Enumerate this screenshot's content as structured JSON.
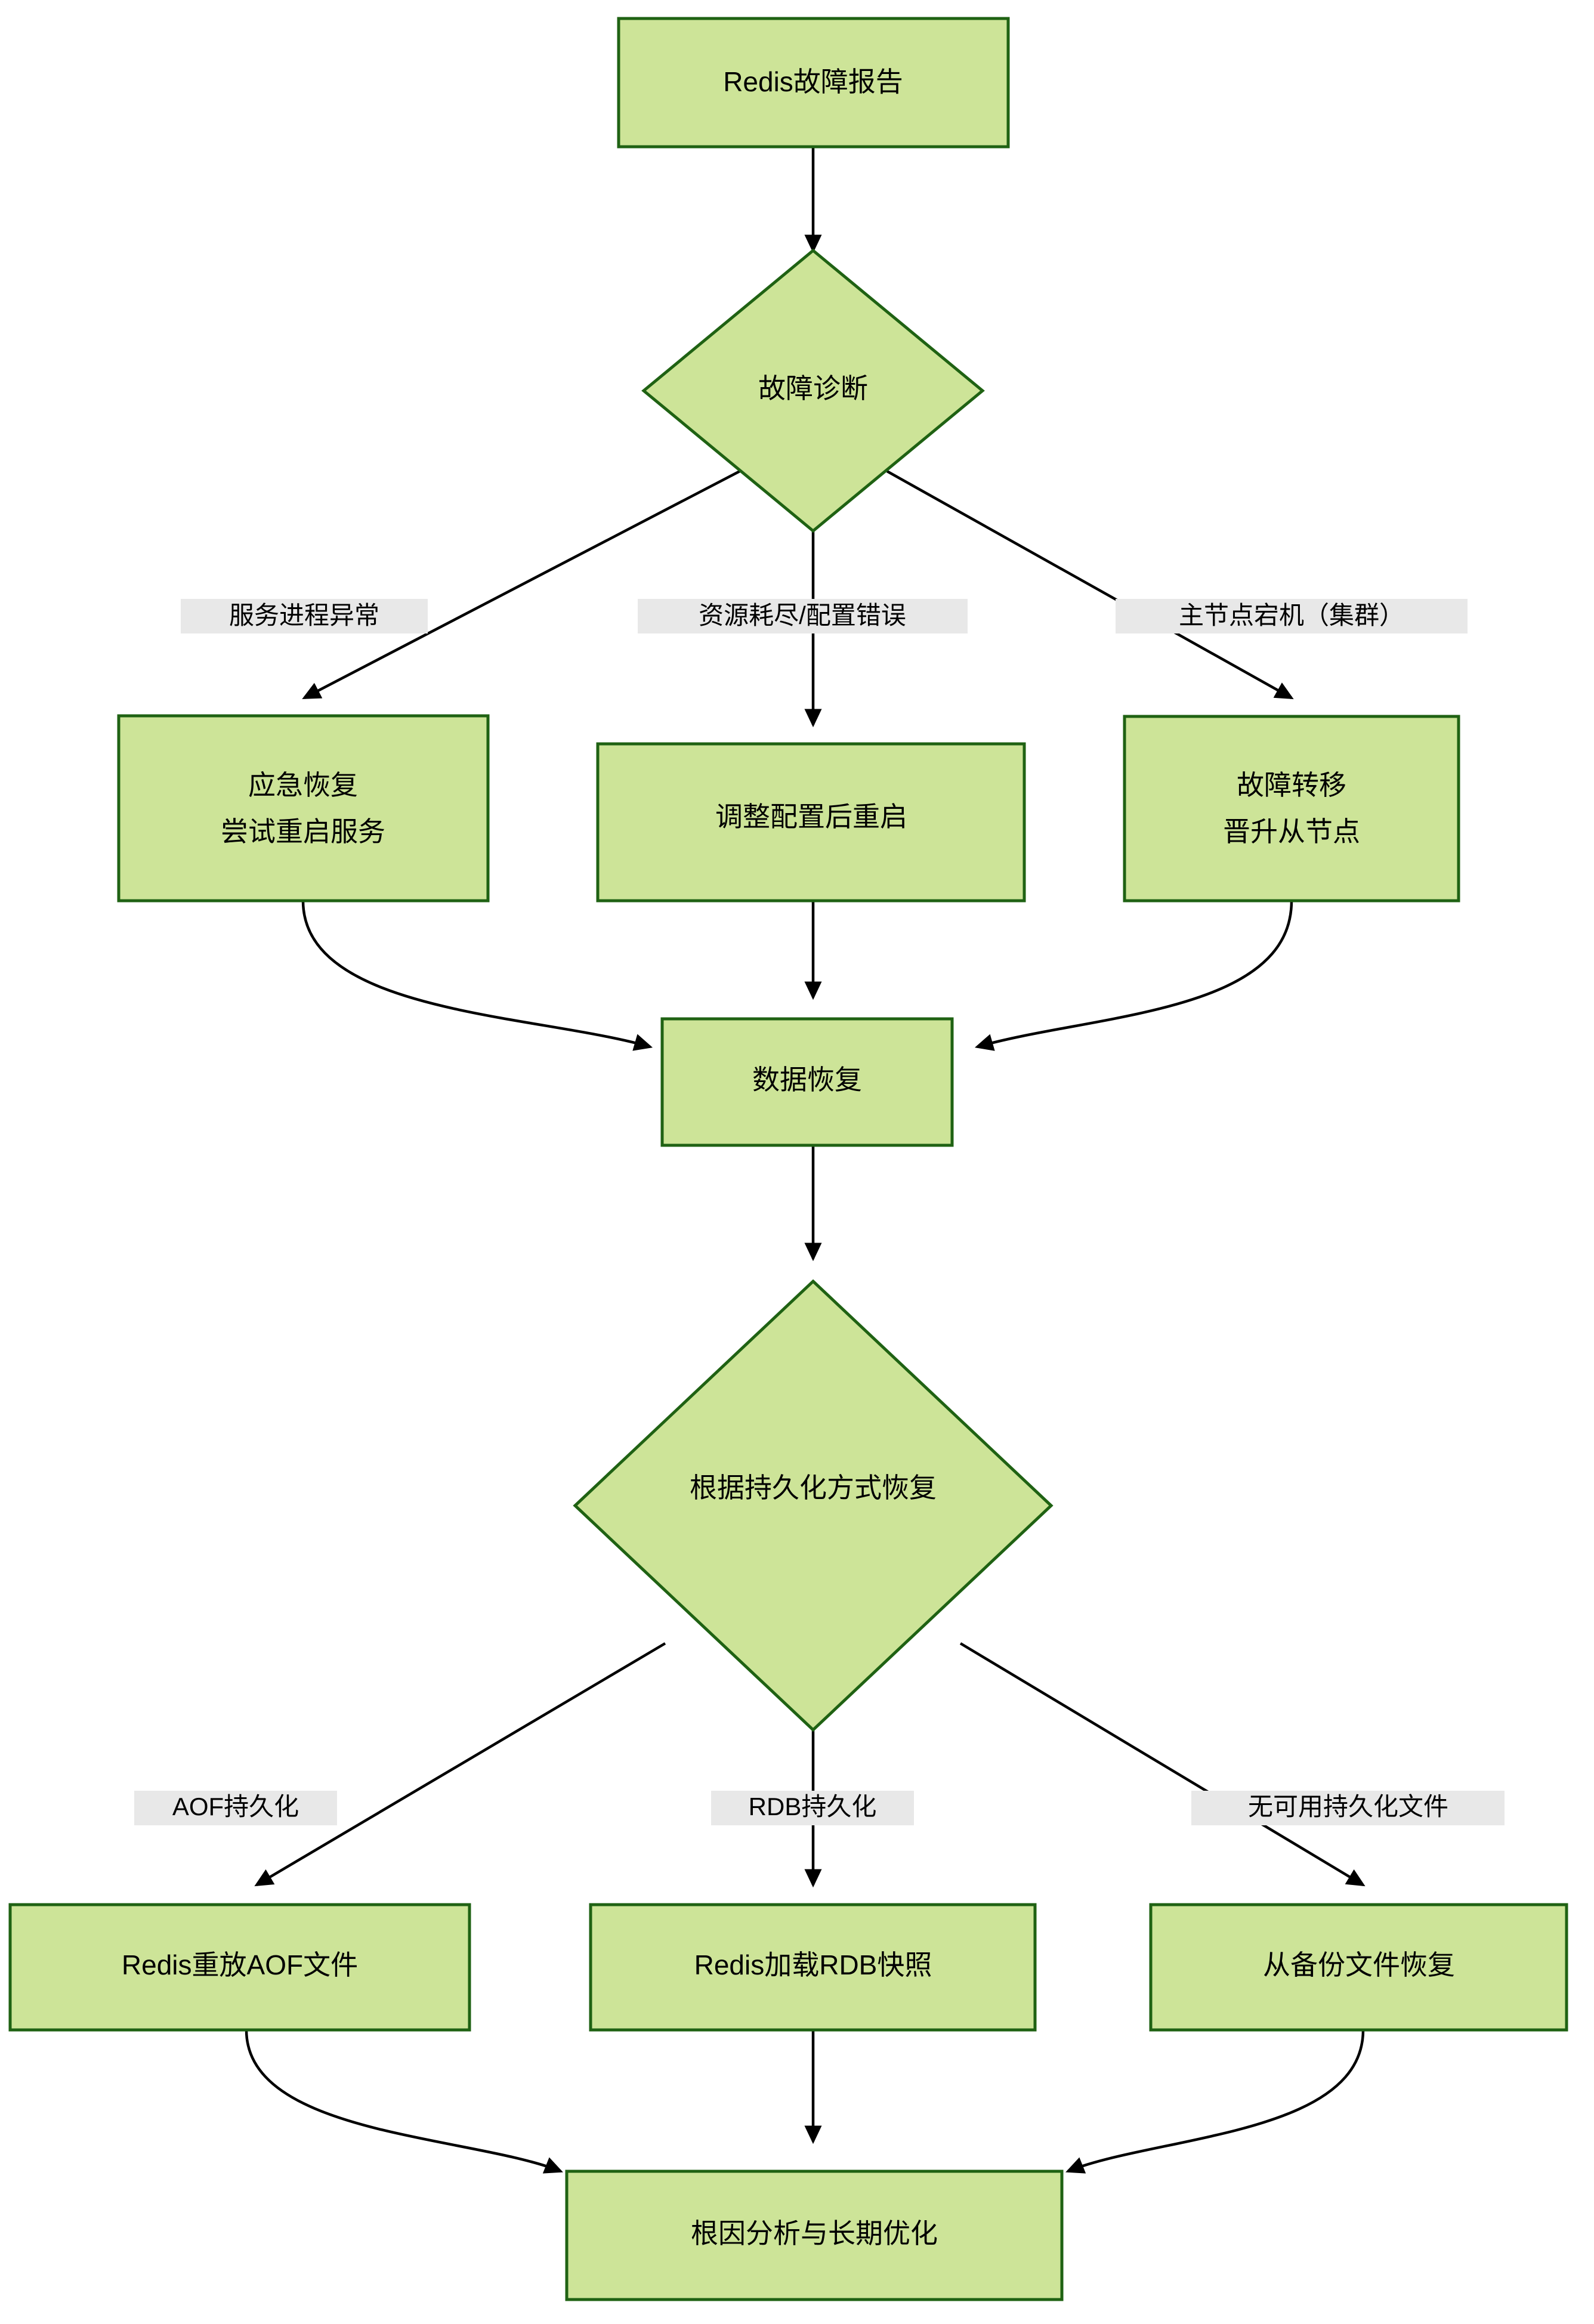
{
  "diagram": {
    "title": "Redis故障报告恢复流程图",
    "type": "flowchart",
    "direction": "top-down",
    "colors": {
      "node_fill": "#cde498",
      "node_stroke": "#1f6213",
      "edge_stroke": "#000000",
      "edge_label_bg": "#e8e8e8",
      "text": "#000000",
      "canvas": "#ffffff"
    },
    "nodes": [
      {
        "id": "n1",
        "shape": "rect",
        "label": "Redis故障报告",
        "lines": [
          "Redis故障报告"
        ]
      },
      {
        "id": "n2",
        "shape": "diamond",
        "label": "故障诊断",
        "lines": [
          "故障诊断"
        ]
      },
      {
        "id": "n3",
        "shape": "rect",
        "label": "应急恢复 尝试重启服务",
        "lines": [
          "应急恢复",
          "尝试重启服务"
        ]
      },
      {
        "id": "n4",
        "shape": "rect",
        "label": "调整配置后重启",
        "lines": [
          "调整配置后重启"
        ]
      },
      {
        "id": "n5",
        "shape": "rect",
        "label": "故障转移 晋升从节点",
        "lines": [
          "故障转移",
          "晋升从节点"
        ]
      },
      {
        "id": "n6",
        "shape": "rect",
        "label": "数据恢复",
        "lines": [
          "数据恢复"
        ]
      },
      {
        "id": "n7",
        "shape": "diamond",
        "label": "根据持久化方式恢复",
        "lines": [
          "根据持久化方式恢复"
        ]
      },
      {
        "id": "n8",
        "shape": "rect",
        "label": "Redis重放AOF文件",
        "lines": [
          "Redis重放AOF文件"
        ]
      },
      {
        "id": "n9",
        "shape": "rect",
        "label": "Redis加载RDB快照",
        "lines": [
          "Redis加载RDB快照"
        ]
      },
      {
        "id": "n10",
        "shape": "rect",
        "label": "从备份文件恢复",
        "lines": [
          "从备份文件恢复"
        ]
      },
      {
        "id": "n11",
        "shape": "rect",
        "label": "根因分析与长期优化",
        "lines": [
          "根因分析与长期优化"
        ]
      }
    ],
    "edges": [
      {
        "from": "n1",
        "to": "n2",
        "label": ""
      },
      {
        "from": "n2",
        "to": "n3",
        "label": "服务进程异常"
      },
      {
        "from": "n2",
        "to": "n4",
        "label": "资源耗尽/配置错误"
      },
      {
        "from": "n2",
        "to": "n5",
        "label": "主节点宕机（集群）"
      },
      {
        "from": "n3",
        "to": "n6",
        "label": ""
      },
      {
        "from": "n4",
        "to": "n6",
        "label": ""
      },
      {
        "from": "n5",
        "to": "n6",
        "label": ""
      },
      {
        "from": "n6",
        "to": "n7",
        "label": ""
      },
      {
        "from": "n7",
        "to": "n8",
        "label": "AOF持久化"
      },
      {
        "from": "n7",
        "to": "n9",
        "label": "RDB持久化"
      },
      {
        "from": "n7",
        "to": "n10",
        "label": "无可用持久化文件"
      },
      {
        "from": "n8",
        "to": "n11",
        "label": ""
      },
      {
        "from": "n9",
        "to": "n11",
        "label": ""
      },
      {
        "from": "n10",
        "to": "n11",
        "label": ""
      }
    ],
    "edge_labels": {
      "e_diag_proc": "服务进程异常",
      "e_diag_res": "资源耗尽/配置错误",
      "e_diag_master": "主节点宕机（集群）",
      "e_persist_aof": "AOF持久化",
      "e_persist_rdb": "RDB持久化",
      "e_persist_none": "无可用持久化文件"
    },
    "node_labels": {
      "report": "Redis故障报告",
      "diagnose": "故障诊断",
      "emergency_l1": "应急恢复",
      "emergency_l2": "尝试重启服务",
      "reconfig": "调整配置后重启",
      "failover_l1": "故障转移",
      "failover_l2": "晋升从节点",
      "data_recovery": "数据恢复",
      "persist_decide": "根据持久化方式恢复",
      "aof_replay": "Redis重放AOF文件",
      "rdb_load": "Redis加载RDB快照",
      "backup_restore": "从备份文件恢复",
      "root_cause": "根因分析与长期优化"
    }
  }
}
